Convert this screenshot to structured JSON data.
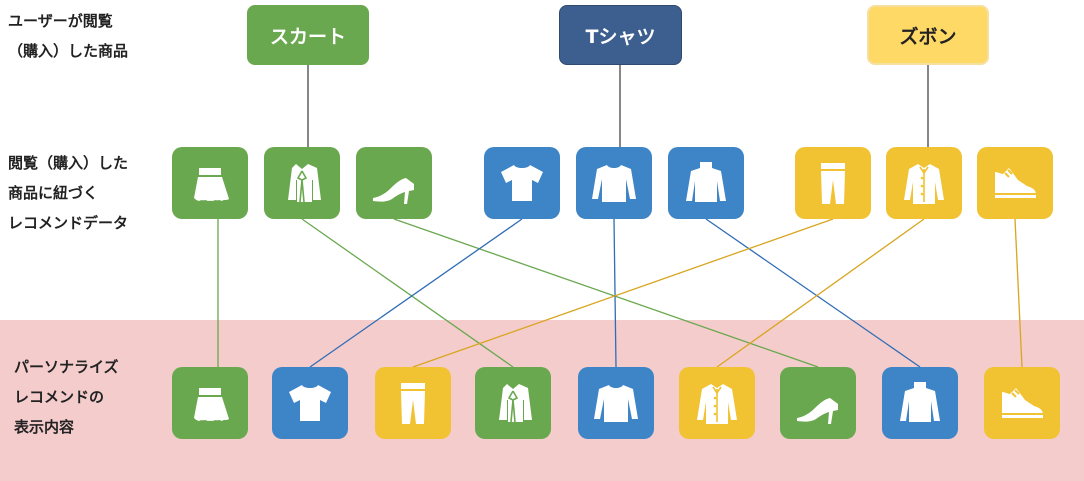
{
  "labels": {
    "row1": [
      "ユーザーが閲覧",
      "（購入）した商品"
    ],
    "row2": [
      "閲覧（購入）した",
      "商品に紐づく",
      "レコメンドデータ"
    ],
    "row3": [
      "パーソナライズ",
      "レコメンドの",
      "表示内容"
    ]
  },
  "categories": [
    {
      "label": "スカート",
      "color": "#6aa84f",
      "text_color": "#ffffff"
    },
    {
      "label": "Tシャツ",
      "color": "#3d5f8f",
      "text_color": "#ffffff"
    },
    {
      "label": "ズボン",
      "color": "#ffd966",
      "text_color": "#222222"
    }
  ],
  "colors": {
    "green": "#6aa84f",
    "blue": "#3d85c6",
    "yellow": "#f1c232",
    "band": "#f4cccc"
  },
  "recommendations": [
    {
      "group": "green",
      "icon": "skirt-icon"
    },
    {
      "group": "green",
      "icon": "jacket-icon"
    },
    {
      "group": "green",
      "icon": "high-heel-icon"
    },
    {
      "group": "blue",
      "icon": "t-shirt-icon"
    },
    {
      "group": "blue",
      "icon": "long-sleeve-shirt-icon"
    },
    {
      "group": "blue",
      "icon": "turtleneck-icon"
    },
    {
      "group": "yellow",
      "icon": "pants-icon"
    },
    {
      "group": "yellow",
      "icon": "shirt-icon"
    },
    {
      "group": "yellow",
      "icon": "sneaker-icon"
    }
  ],
  "personalized": [
    {
      "group": "green",
      "icon": "skirt-icon"
    },
    {
      "group": "blue",
      "icon": "t-shirt-icon"
    },
    {
      "group": "yellow",
      "icon": "pants-icon"
    },
    {
      "group": "green",
      "icon": "jacket-icon"
    },
    {
      "group": "blue",
      "icon": "long-sleeve-shirt-icon"
    },
    {
      "group": "yellow",
      "icon": "shirt-icon"
    },
    {
      "group": "green",
      "icon": "high-heel-icon"
    },
    {
      "group": "blue",
      "icon": "turtleneck-icon"
    },
    {
      "group": "yellow",
      "icon": "sneaker-icon"
    }
  ],
  "links": [
    [
      0,
      0
    ],
    [
      1,
      3
    ],
    [
      2,
      6
    ],
    [
      3,
      1
    ],
    [
      4,
      4
    ],
    [
      5,
      7
    ],
    [
      6,
      2
    ],
    [
      7,
      5
    ],
    [
      8,
      8
    ]
  ]
}
